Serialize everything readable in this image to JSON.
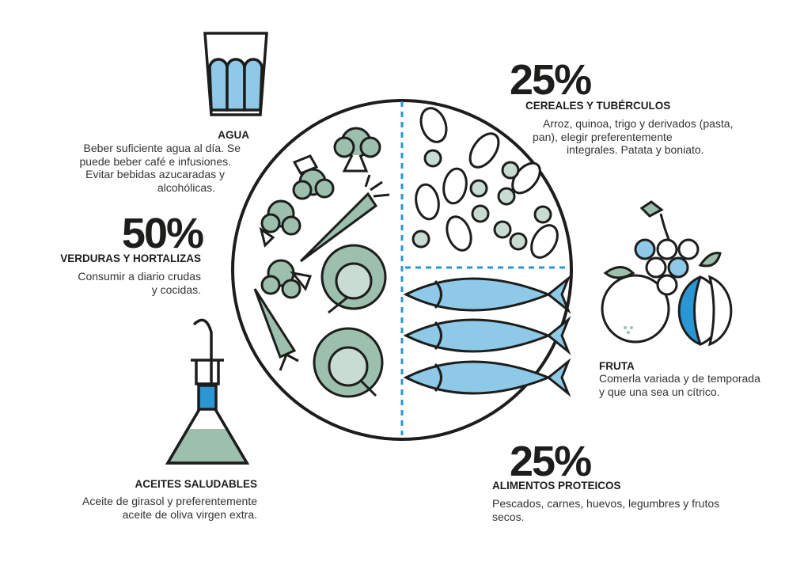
{
  "water": {
    "title": "AGUA",
    "lines": [
      "Beber suficiente agua al día. Se",
      "puede beber café e infusiones.",
      "Evitar bebidas azucaradas y",
      "alcohólicas."
    ]
  },
  "vegetables": {
    "percent": "50%",
    "title": "VERDURAS Y HORTALIZAS",
    "lines": [
      "Consumir a diario crudas",
      "y cocidas."
    ]
  },
  "cereals": {
    "percent": "25%",
    "title": "CEREALES Y TUBÉRCULOS",
    "lines": [
      "Arroz, quinoa, trigo y derivados (pasta,",
      "pan), elegir preferentemente",
      "integrales.  Patata y boniato."
    ]
  },
  "fruit": {
    "title": "FRUTA",
    "lines": [
      "Comerla variada y de temporada",
      "y que una sea un cítrico."
    ]
  },
  "protein": {
    "percent": "25%",
    "title": "ALIMENTOS PROTEICOS",
    "lines": [
      "Pescados, carnes, huevos, legumbres y frutos",
      "secos."
    ]
  },
  "oils": {
    "title": "ACEITES SALUDABLES",
    "lines": [
      "Aceite de girasol y preferentemente",
      "aceite de oliva virgen extra."
    ]
  },
  "colors": {
    "green": "#9dbfae",
    "blue": "#8ec9e8",
    "darkblue": "#2a96d4",
    "outline": "#1d1d1b"
  }
}
